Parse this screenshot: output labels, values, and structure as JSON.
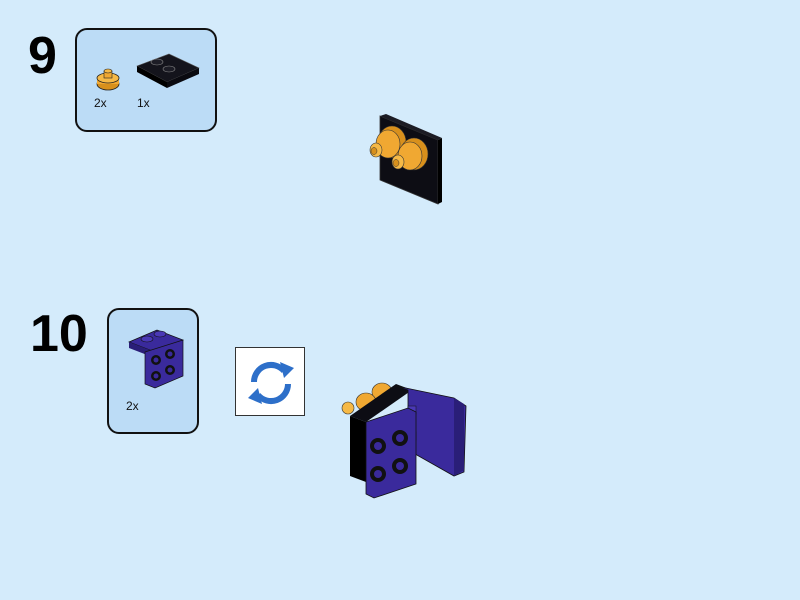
{
  "steps": [
    {
      "number": "9",
      "parts": [
        {
          "name": "round-plate-1x1-with-stud",
          "color": "#f0a832",
          "qty": "2x"
        },
        {
          "name": "plate-2x2-black",
          "color": "#0d0d14",
          "qty": "1x"
        }
      ]
    },
    {
      "number": "10",
      "parts": [
        {
          "name": "bracket-1x2-2x2-purple",
          "color": "#3a2a9c",
          "qty": "2x"
        }
      ],
      "indicator": "rotate-model-icon"
    }
  ],
  "colors": {
    "background": "#d4ebfb",
    "callout": "#bcdcf6",
    "rotate_arrow": "#2d6fc9",
    "yellow": "#f0a832",
    "black": "#0d0d14",
    "purple": "#3a2a9c"
  }
}
